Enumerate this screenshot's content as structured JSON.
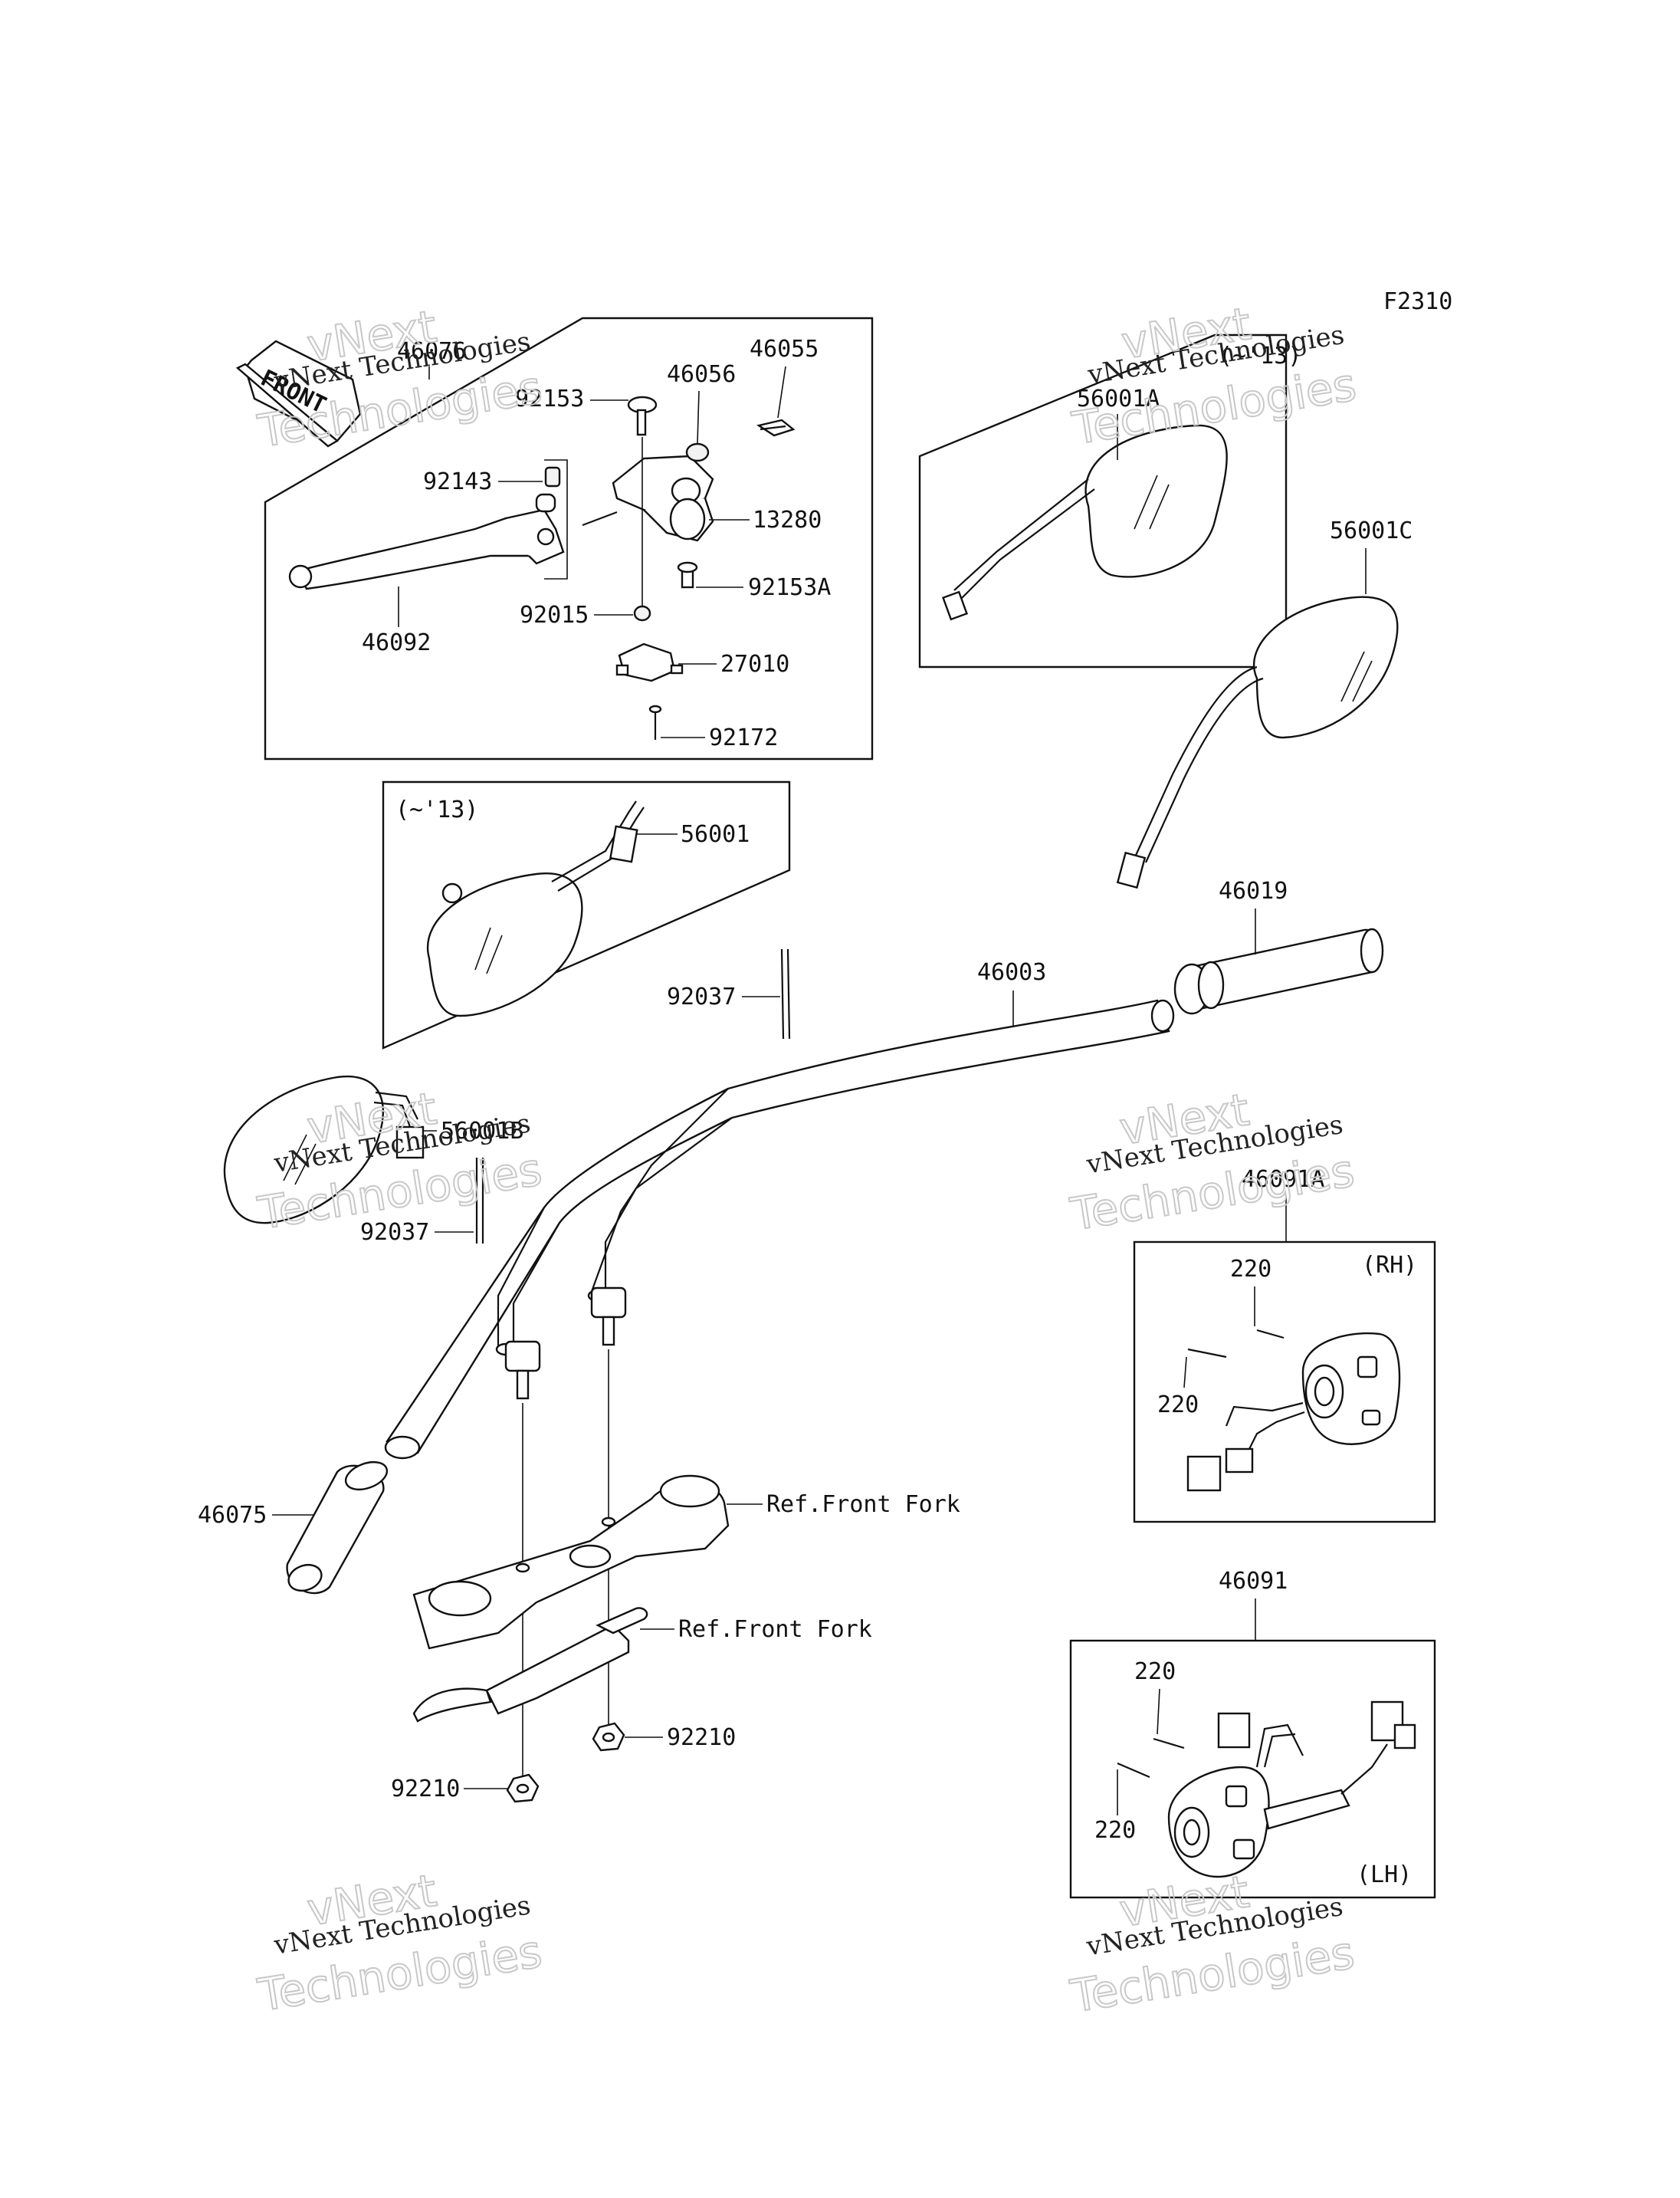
{
  "diagram": {
    "code": "F2310",
    "front_label": "FRONT",
    "watermark_line1": "vNext Technologies",
    "watermark_line2": "Technologies",
    "watermark_small": "vNext",
    "groups": {
      "upper_mirror_variant": "(~'13)",
      "lower_mirror_variant": "(~'13)",
      "rh": "(RH)",
      "lh": "(LH)"
    },
    "parts": {
      "p46076": "46076",
      "p46055": "46055",
      "p46056": "46056",
      "p92153": "92153",
      "p92143": "92143",
      "p13280": "13280",
      "p92153A": "92153A",
      "p92015": "92015",
      "p46092": "46092",
      "p27010": "27010",
      "p92172": "92172",
      "p56001A": "56001A",
      "p56001C": "56001C",
      "p56001": "56001",
      "p46019": "46019",
      "p46003": "46003",
      "p92037a": "92037",
      "p56001B": "56001B",
      "p92037b": "92037",
      "p46091A": "46091A",
      "p220a": "220",
      "p220b": "220",
      "ref_front_fork_1": "Ref.Front Fork",
      "ref_front_fork_2": "Ref.Front Fork",
      "p46075": "46075",
      "p46091": "46091",
      "p220c": "220",
      "p220d": "220",
      "p92210a": "92210",
      "p92210b": "92210"
    }
  }
}
